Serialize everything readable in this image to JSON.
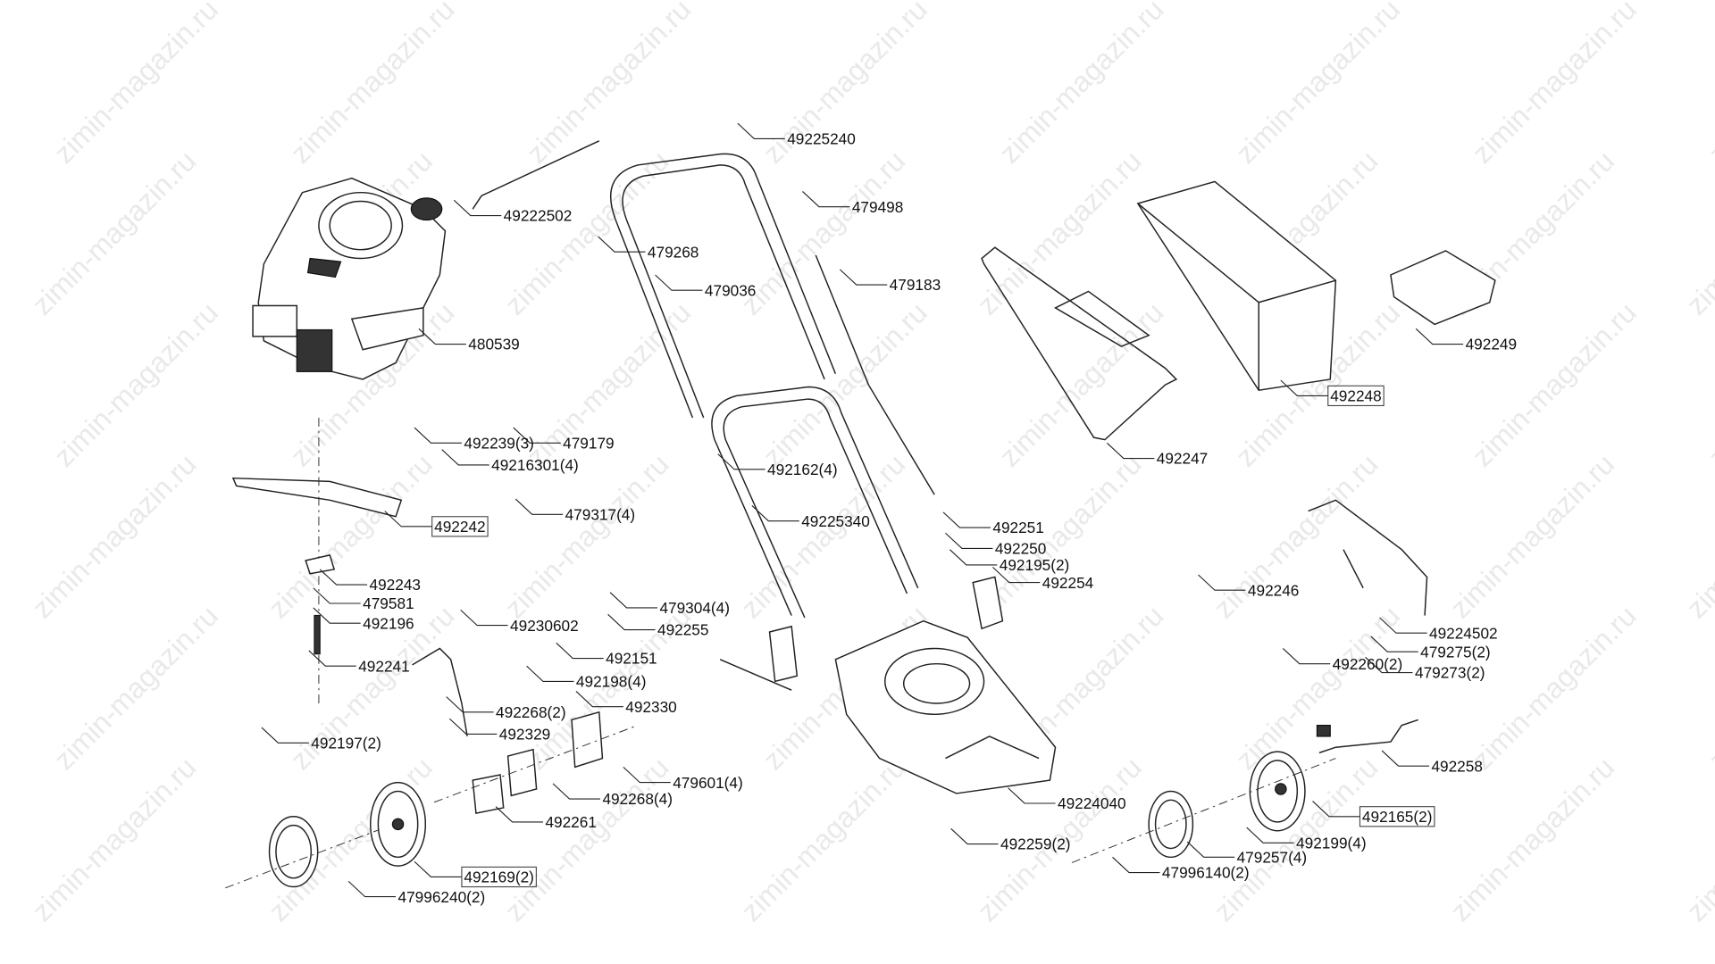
{
  "diagram": {
    "title": "Lawn mower exploded parts diagram",
    "watermark": "zimin-magazin.ru",
    "labels": [
      {
        "text": "49225240",
        "boxed": false
      },
      {
        "text": "49222502",
        "boxed": false
      },
      {
        "text": "479498",
        "boxed": false
      },
      {
        "text": "479268",
        "boxed": false
      },
      {
        "text": "479036",
        "boxed": false
      },
      {
        "text": "479183",
        "boxed": false
      },
      {
        "text": "480539",
        "boxed": false
      },
      {
        "text": "492249",
        "boxed": false
      },
      {
        "text": "492248",
        "boxed": true
      },
      {
        "text": "492239(3)",
        "boxed": false
      },
      {
        "text": "479179",
        "boxed": false
      },
      {
        "text": "49216301(4)",
        "boxed": false
      },
      {
        "text": "492162(4)",
        "boxed": false
      },
      {
        "text": "492247",
        "boxed": false
      },
      {
        "text": "492242",
        "boxed": true
      },
      {
        "text": "479317(4)",
        "boxed": false
      },
      {
        "text": "49225340",
        "boxed": false
      },
      {
        "text": "492251",
        "boxed": false
      },
      {
        "text": "492250",
        "boxed": false
      },
      {
        "text": "492195(2)",
        "boxed": false
      },
      {
        "text": "492254",
        "boxed": false
      },
      {
        "text": "492246",
        "boxed": false
      },
      {
        "text": "492243",
        "boxed": false
      },
      {
        "text": "479581",
        "boxed": false
      },
      {
        "text": "492196",
        "boxed": false
      },
      {
        "text": "479304(4)",
        "boxed": false
      },
      {
        "text": "492255",
        "boxed": false
      },
      {
        "text": "49230602",
        "boxed": false
      },
      {
        "text": "49224502",
        "boxed": false
      },
      {
        "text": "479275(2)",
        "boxed": false
      },
      {
        "text": "479273(2)",
        "boxed": false
      },
      {
        "text": "492241",
        "boxed": false
      },
      {
        "text": "492151",
        "boxed": false
      },
      {
        "text": "492260(2)",
        "boxed": false
      },
      {
        "text": "492198(4)",
        "boxed": false
      },
      {
        "text": "492268(2)",
        "boxed": false
      },
      {
        "text": "492330",
        "boxed": false
      },
      {
        "text": "492197(2)",
        "boxed": false
      },
      {
        "text": "492329",
        "boxed": false
      },
      {
        "text": "492258",
        "boxed": false
      },
      {
        "text": "479601(4)",
        "boxed": false
      },
      {
        "text": "492268(4)",
        "boxed": false
      },
      {
        "text": "49224040",
        "boxed": false
      },
      {
        "text": "492261",
        "boxed": false
      },
      {
        "text": "492165(2)",
        "boxed": true
      },
      {
        "text": "492199(4)",
        "boxed": false
      },
      {
        "text": "492259(2)",
        "boxed": false
      },
      {
        "text": "479257(4)",
        "boxed": false
      },
      {
        "text": "47996140(2)",
        "boxed": false
      },
      {
        "text": "492169(2)",
        "boxed": true
      },
      {
        "text": "47996240(2)",
        "boxed": false
      }
    ]
  }
}
